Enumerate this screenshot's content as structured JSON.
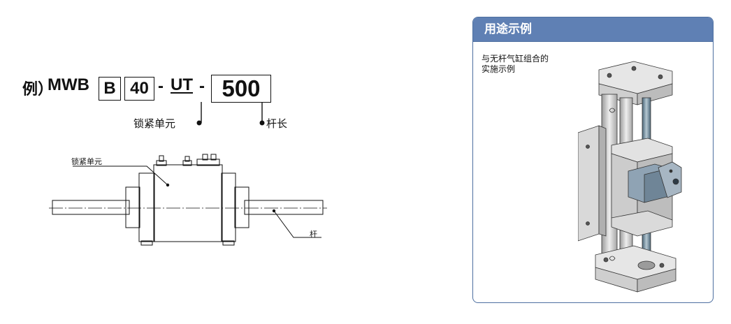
{
  "model_code": {
    "prefix": "例）",
    "model": "MWB",
    "box_b": "B",
    "box_bore": "40",
    "dash1": "-",
    "lock_code": "UT",
    "dash2": "-",
    "box_stroke": "500"
  },
  "labels": {
    "lock_unit": "锁紧单元",
    "rod_length": "杆长",
    "drawing_lock_unit": "锁紧单元",
    "drawing_rod": "杆"
  },
  "panel": {
    "title": "用途示例",
    "desc_line1": "与无杆气缸组合的",
    "desc_line2": "实施示例",
    "header_color": "#5f80b4",
    "border_color": "#4d6fa0"
  }
}
